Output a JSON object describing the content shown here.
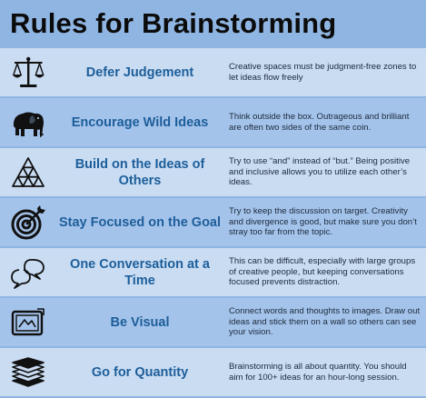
{
  "title": "Rules for Brainstorming",
  "rules": [
    {
      "icon": "scales-icon",
      "heading": "Defer Judgement",
      "description": "Creative spaces must be judgment-free zones to let ideas flow freely"
    },
    {
      "icon": "elephant-icon",
      "heading": "Encourage Wild Ideas",
      "description": "Think outside the box. Outrageous and brilliant are often two sides of the same coin."
    },
    {
      "icon": "pyramid-icon",
      "heading": "Build on the Ideas of Others",
      "description": "Try to use “and” instead of “but.” Being positive and inclusive allows you to utilize each other’s ideas."
    },
    {
      "icon": "target-icon",
      "heading": "Stay Focused on the Goal",
      "description": "Try to keep the discussion on target. Creativity and divergence is good, but make sure you don’t stray too far from the topic."
    },
    {
      "icon": "speech-bubbles-icon",
      "heading": "One Conversation at a Time",
      "description": "This can be difficult, especially with large groups of creative people, but keeping conversations focused prevents distraction."
    },
    {
      "icon": "image-frame-icon",
      "heading": "Be Visual",
      "description": "Connect words and thoughts to images. Draw out ideas and stick them on a wall so others can see your vision."
    },
    {
      "icon": "stack-icon",
      "heading": "Go for Quantity",
      "description": "Brainstorming is all about quantity. You should aim for 100+ ideas for an hour-long session."
    }
  ]
}
